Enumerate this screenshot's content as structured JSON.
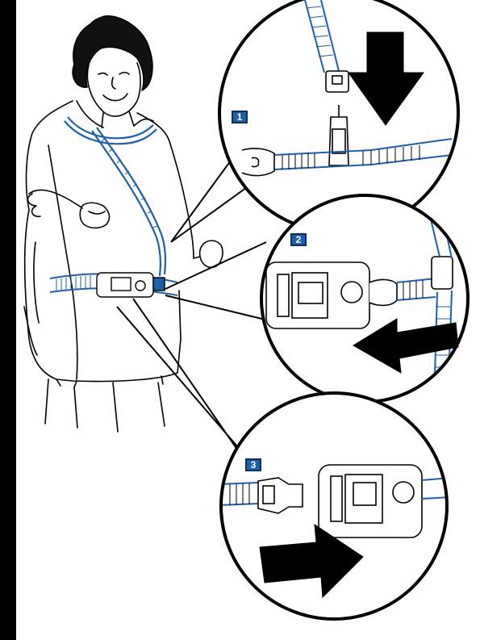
{
  "steps": [
    {
      "label": "1"
    },
    {
      "label": "2"
    },
    {
      "label": "3"
    }
  ],
  "colors": {
    "strap_blue": "#1d5fa8",
    "badge_fill": "#1d5fa8",
    "line": "#000000",
    "background": "#ffffff"
  },
  "icons": [
    "arrow-down-icon",
    "arrow-left-icon",
    "arrow-right-icon"
  ]
}
